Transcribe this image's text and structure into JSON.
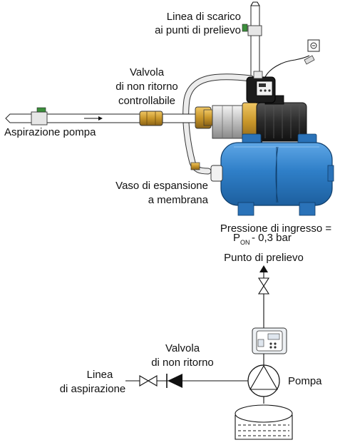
{
  "top_illustration": {
    "labels": {
      "discharge_line_1": "Linea di scarico",
      "discharge_line_2": "ai punti di prelievo",
      "check_valve_1": "Valvola",
      "check_valve_2": "di non ritorno",
      "check_valve_3": "controllabile",
      "pump_suction": "Aspirazione pompa",
      "vessel_1": "Vaso di espansione",
      "vessel_2": "a membrana"
    },
    "colors": {
      "tank": "#2f7fc8",
      "tank_feet": "#2a72b8",
      "brass": "#c8962a",
      "motor": "#2a2a2a",
      "valve_handle": "#3c8f3c"
    }
  },
  "inlet_pressure": {
    "line_1": "Pressione di ingresso =",
    "p": "P",
    "on": "ON",
    "offset": "- 0,3 bar"
  },
  "schematic": {
    "labels": {
      "outlet": "Punto di prelievo",
      "check_valve_1": "Valvola",
      "check_valve_2": "di non ritorno",
      "suction_line_1": "Linea",
      "suction_line_2": "di aspirazione",
      "pump": "Pompa"
    }
  }
}
